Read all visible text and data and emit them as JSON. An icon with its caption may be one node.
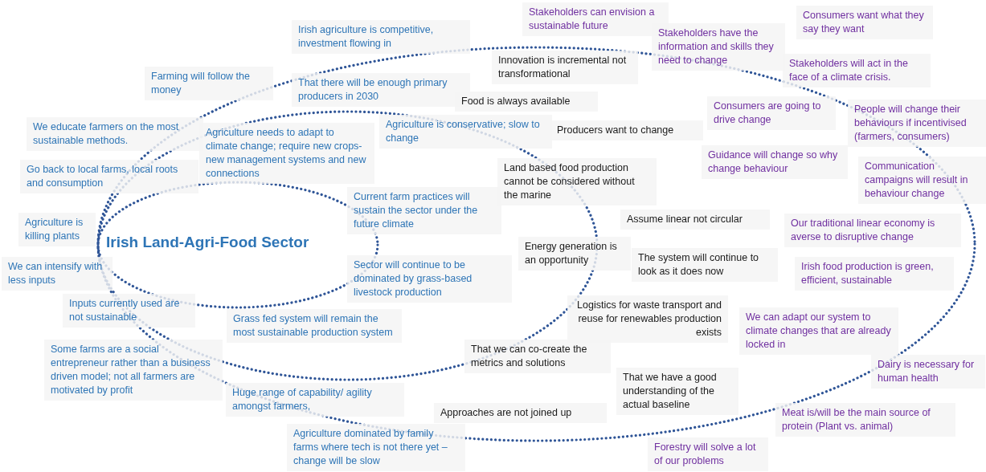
{
  "diagram": {
    "nodes": [
      {
        "text": [],
        "shape": "ellipse"
      },
      {
        "text": [],
        "shape": "ellipse",
        "in": 0
      },
      {
        "text": [
          "Irish Land-Agri-Food Sector"
        ],
        "in": 1
      },
      {
        "text": [
          "Irish agriculture is competitive, investment flowing in"
        ]
      },
      {
        "text": [
          "Farming will follow the money"
        ]
      },
      {
        "text": [
          "That there will be enough primary producers in 2030"
        ],
        "in": 0
      },
      {
        "text": [
          "We educate farmers on the most sustainable methods."
        ]
      },
      {
        "text": [
          "Agriculture needs to adapt to climate change; require new crops- new management systems and new connections"
        ],
        "in": 1
      },
      {
        "text": [
          "Agriculture is conservative; slow to change"
        ],
        "in": 1
      },
      {
        "text": [
          "Go back to local farms, local roots and consumption"
        ]
      },
      {
        "text": [
          "Current farm practices will sustain the sector under the future climate"
        ],
        "in": 1
      },
      {
        "text": [
          "Agriculture is killing plants"
        ]
      },
      {
        "text": [
          "We can intensify with less inputs"
        ]
      },
      {
        "text": [
          "Sector will continue to be dominated by grass-based livestock production"
        ],
        "in": 1
      },
      {
        "text": [
          "Inputs currently used are not sustainable"
        ]
      },
      {
        "text": [
          "Grass fed system will remain the most sustainable production system"
        ],
        "in": 1
      },
      {
        "text": [
          "Some farms are a social entrepreneur rather than a business driven model; not all farmers are motivated by profit"
        ]
      },
      {
        "text": [
          "Huge range of capability/ agility amongst farmers,"
        ],
        "in": 0
      },
      {
        "text": [
          "Agriculture dominated by family farms where tech is not there yet – change will be slow"
        ]
      },
      {
        "text": [
          "Innovation is incremental not transformational"
        ],
        "in": 0
      },
      {
        "text": [
          "Food is always available"
        ],
        "in": 0
      },
      {
        "text": [
          "Producers want to change"
        ],
        "in": 0
      },
      {
        "text": [
          "Land based food production cannot be considered without the marine"
        ],
        "in": 0
      },
      {
        "text": [
          "Assume linear not circular"
        ],
        "in": 0
      },
      {
        "text": [
          "Energy generation is an opportunity"
        ],
        "in": 0
      },
      {
        "text": [
          "The system will continue to look as it does now"
        ],
        "in": 0
      },
      {
        "text": [
          "Logistics for waste transport and reuse for renewables production exists"
        ],
        "in": 0
      },
      {
        "text": [
          "That we can co-create the metrics and solutions"
        ],
        "in": 0
      },
      {
        "text": [
          "That we have a good understanding of the actual baseline"
        ],
        "in": 0
      },
      {
        "text": [
          "Approaches are not joined up"
        ],
        "in": 0
      },
      {
        "text": [
          "Stakeholders can envision a sustainable future"
        ]
      },
      {
        "text": [
          "Consumers want what they say they want"
        ]
      },
      {
        "text": [
          "Stakeholders have the information and skills they need to change"
        ]
      },
      {
        "text": [
          "Stakeholders will act in the face of a climate crisis."
        ]
      },
      {
        "text": [
          "Consumers are going to drive change"
        ],
        "in": 0
      },
      {
        "text": [
          "People will change their behaviours if incentivised (farmers, consumers)"
        ]
      },
      {
        "text": [
          "Guidance will change so why change behaviour"
        ],
        "in": 0
      },
      {
        "text": [
          "Communication campaigns will result in behaviour change"
        ]
      },
      {
        "text": [
          "Our traditional linear economy is averse to disruptive change"
        ],
        "in": 0
      },
      {
        "text": [
          "Irish food production is green, efficient, sustainable"
        ],
        "in": 0
      },
      {
        "text": [
          "We can adapt our system to climate changes that are already locked in"
        ],
        "in": 0
      },
      {
        "text": [
          "Dairy is necessary for human health"
        ]
      },
      {
        "text": [
          "Meat is/will be the main source of protein (Plant vs. animal)"
        ]
      },
      {
        "text": [
          "Forestry will solve a lot of our problems"
        ]
      }
    ]
  }
}
